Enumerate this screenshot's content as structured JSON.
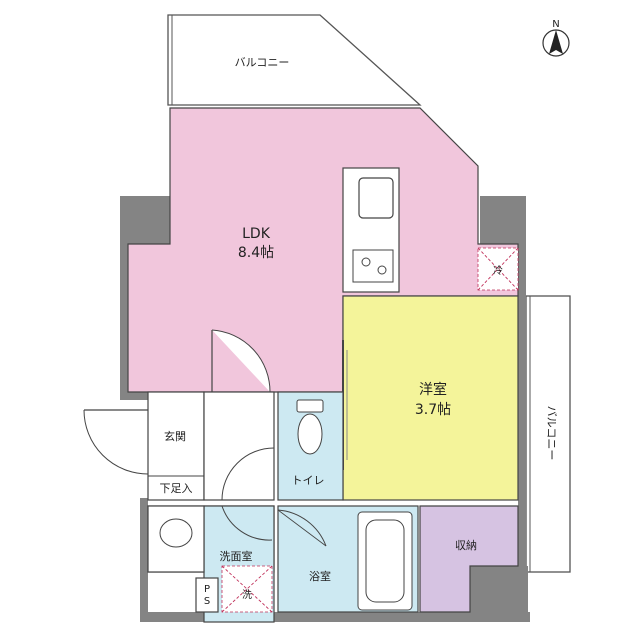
{
  "rooms": {
    "ldk": {
      "name": "LDK",
      "size": "8.4帖",
      "color": "#f1c6dc"
    },
    "western": {
      "name": "洋室",
      "size": "3.7帖",
      "color": "#f4f49a"
    },
    "entrance": {
      "name": "玄関"
    },
    "shoe_box": {
      "name": "下足入"
    },
    "toilet": {
      "name": "トイレ",
      "color": "#cde9f2"
    },
    "washroom": {
      "name": "洗面室",
      "color": "#cde9f2"
    },
    "bathroom": {
      "name": "浴室",
      "color": "#cde9f2"
    },
    "storage": {
      "name": "収納",
      "color": "#d6c3e2"
    },
    "ps": {
      "name": "PS"
    }
  },
  "fixtures": {
    "refrigerator": "冷",
    "washer": "洗"
  },
  "balconies": {
    "top": "バルコニー",
    "right": "バルコニー"
  },
  "compass": {
    "label": "N",
    "icon": "north-arrow-icon"
  },
  "colors": {
    "wall": "#848484",
    "line": "#444444"
  }
}
